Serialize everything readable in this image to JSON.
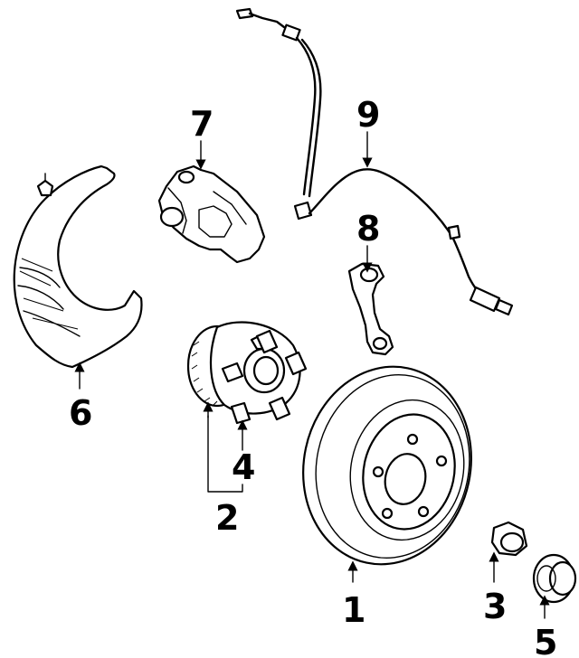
{
  "callouts": [
    {
      "id": "1",
      "label": "1"
    },
    {
      "id": "2",
      "label": "2"
    },
    {
      "id": "3",
      "label": "3"
    },
    {
      "id": "4",
      "label": "4"
    },
    {
      "id": "5",
      "label": "5"
    },
    {
      "id": "6",
      "label": "6"
    },
    {
      "id": "7",
      "label": "7"
    },
    {
      "id": "8",
      "label": "8"
    },
    {
      "id": "9",
      "label": "9"
    }
  ],
  "parts": [
    {
      "callout": "1",
      "icon": "brake-rotor-icon"
    },
    {
      "callout": "2",
      "icon": "hub-bearing-assembly-icon"
    },
    {
      "callout": "3",
      "icon": "hub-nut-icon"
    },
    {
      "callout": "4",
      "icon": "wheel-stud-icon"
    },
    {
      "callout": "5",
      "icon": "dust-cap-icon"
    },
    {
      "callout": "6",
      "icon": "splash-shield-icon"
    },
    {
      "callout": "7",
      "icon": "caliper-bracket-icon"
    },
    {
      "callout": "8",
      "icon": "sensor-bracket-icon"
    },
    {
      "callout": "9",
      "icon": "abs-sensor-wire-icon"
    }
  ]
}
